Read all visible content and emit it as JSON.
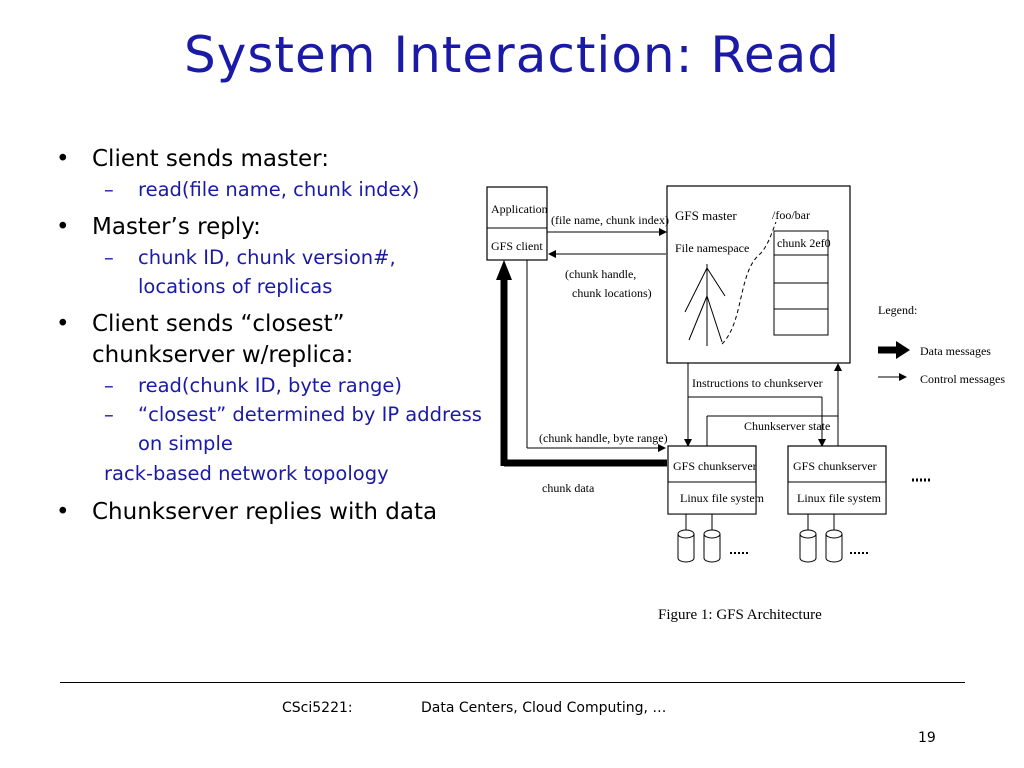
{
  "title": "System Interaction: Read",
  "bullets": [
    {
      "text": "Client sends master:",
      "subs": [
        "read(file name, chunk index)"
      ]
    },
    {
      "text": "Master’s reply:",
      "subs": [
        "chunk ID, chunk version#, locations of replicas"
      ]
    },
    {
      "text": "Client sends “closest” chunkserver w/replica:",
      "subs": [
        "read(chunk ID, byte range)",
        "“closest” determined by IP address on simple"
      ],
      "trailing": "rack-based network topology"
    },
    {
      "text": "Chunkserver replies with data",
      "subs": []
    }
  ],
  "bullet_glyph": "•",
  "dash_glyph": "–",
  "diagram": {
    "application": "Application",
    "gfs_client": "GFS client",
    "gfs_master": "GFS master",
    "file_namespace": "File namespace",
    "foo_bar": "/foo/bar",
    "chunk_2ef0": "chunk 2ef0",
    "msg_file_chunk": "(file name, chunk index)",
    "msg_chunk_handle_1": "(chunk handle,",
    "msg_chunk_handle_2": "chunk locations)",
    "instructions": "Instructions to chunkserver",
    "chunkserver_state": "Chunkserver state",
    "msg_byte_range": "(chunk handle, byte range)",
    "chunk_data": "chunk data",
    "gfs_chunkserver_1": "GFS chunkserver",
    "gfs_chunkserver_2": "GFS chunkserver",
    "linux_fs_1": "Linux file system",
    "linux_fs_2": "Linux file system",
    "legend": "Legend:",
    "data_messages": "Data messages",
    "control_messages": "Control messages",
    "caption": "Figure 1:  GFS Architecture"
  },
  "footer": {
    "course": "CSci5221:",
    "subject": "Data Centers, Cloud Computing, …",
    "page": "19"
  },
  "colors": {
    "title": "#1a1aa6",
    "sub_bullet": "#1a1aa6"
  }
}
